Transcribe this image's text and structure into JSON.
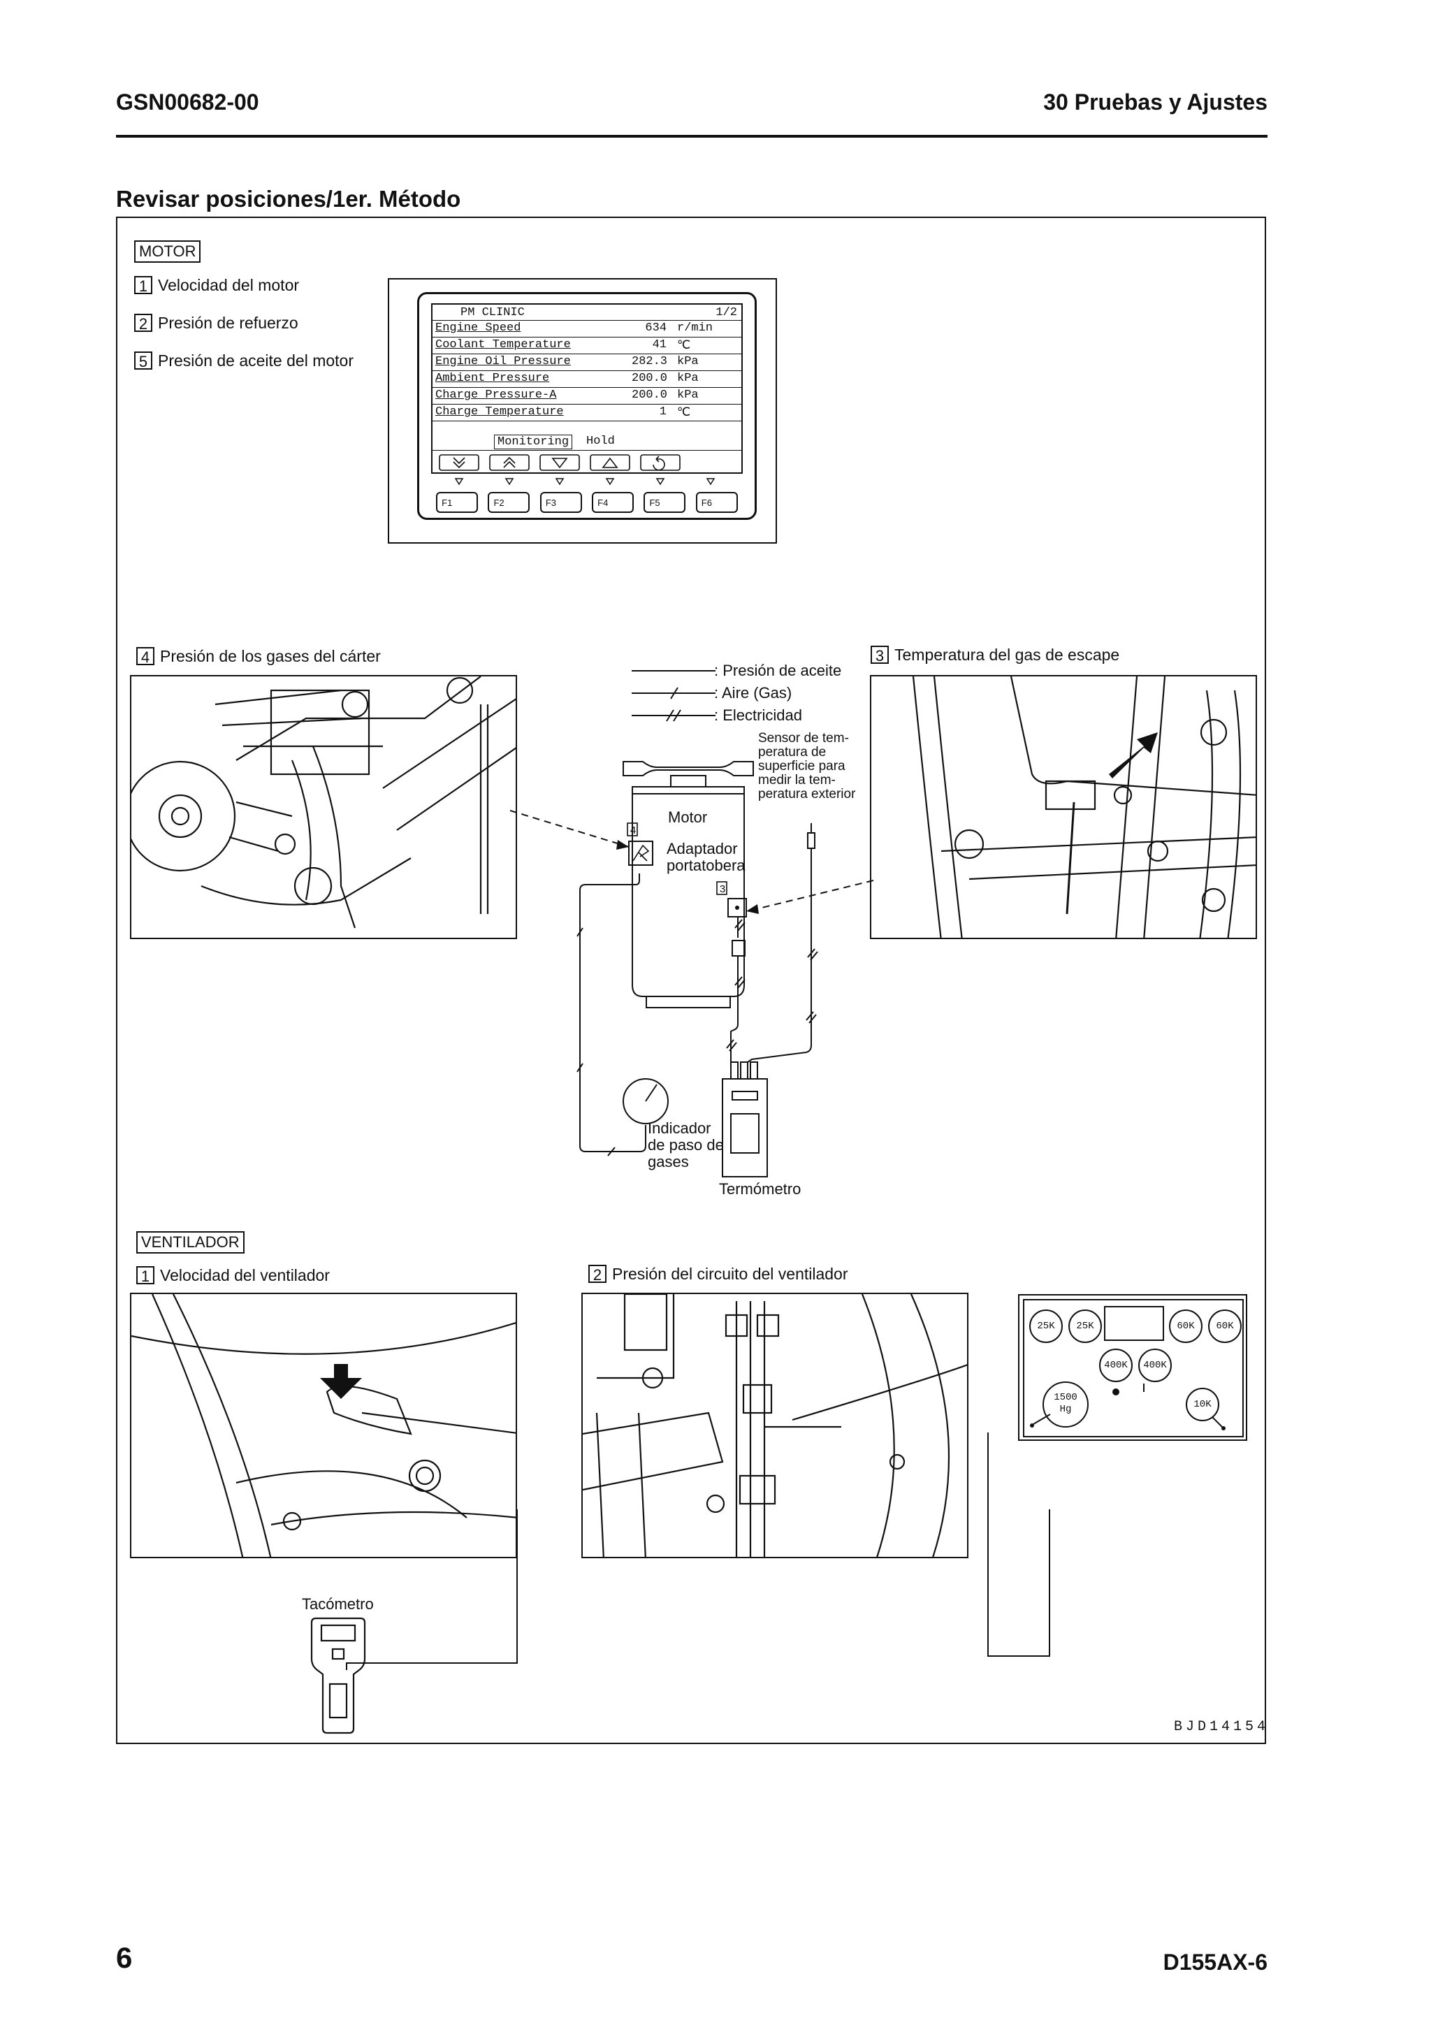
{
  "header": {
    "left": "GSN00682-00",
    "right": "30 Pruebas y Ajustes"
  },
  "section_title": "Revisar posiciones/1er. Método",
  "motor": {
    "label": "MOTOR",
    "items": [
      {
        "num": "1",
        "text": "Velocidad del motor"
      },
      {
        "num": "2",
        "text": "Presión de refuerzo"
      },
      {
        "num": "5",
        "text": "Presión de aceite del motor"
      }
    ]
  },
  "monitor": {
    "title": "PM CLINIC",
    "page": "1/2",
    "rows": [
      {
        "name": "Engine Speed",
        "value": "634",
        "unit": "r/min"
      },
      {
        "name": "Coolant Temperature",
        "value": "41",
        "unit": "℃"
      },
      {
        "name": "Engine Oil Pressure",
        "value": "282.3",
        "unit": "kPa"
      },
      {
        "name": "Ambient Pressure",
        "value": "200.0",
        "unit": "kPa"
      },
      {
        "name": "Charge Pressure-A",
        "value": "200.0",
        "unit": "kPa"
      },
      {
        "name": "Charge Temperature",
        "value": "1",
        "unit": "℃"
      }
    ],
    "monitoring_label": "Monitoring",
    "hold_label": "Hold",
    "fkeys": [
      "F1",
      "F2",
      "F3",
      "F4",
      "F5",
      "F6"
    ]
  },
  "crankcase": {
    "num": "4",
    "text": "Presión de los gases del cárter"
  },
  "exhaust": {
    "num": "3",
    "text": "Temperatura del gas de escape"
  },
  "legend": {
    "oil": ": Presión de aceite",
    "air": ": Aire (Gas)",
    "elec": ": Electricidad"
  },
  "diagram": {
    "sensor_note": [
      "Sensor de tem-",
      "peratura de",
      "superficie para",
      "medir la tem-",
      "peratura exterior"
    ],
    "motor": "Motor",
    "box4": "4",
    "box3": "3",
    "adapter": [
      "Adaptador",
      "portatobera"
    ],
    "gauge": [
      "Indicador",
      "de paso de",
      "gases"
    ],
    "thermometer": "Termómetro"
  },
  "ventilador": {
    "label": "VENTILADOR",
    "item1": {
      "num": "1",
      "text": "Velocidad del ventilador"
    },
    "item2": {
      "num": "2",
      "text": "Presión del circuito del ventilador"
    },
    "tachometer": "Tacómetro"
  },
  "gauge_panel": {
    "top": [
      "25K",
      "25K",
      "60K",
      "60K"
    ],
    "mid": [
      "400K",
      "400K"
    ],
    "left": [
      "1500",
      "Hg"
    ],
    "right": "10K"
  },
  "figure_code": "BJD14154",
  "footer": {
    "page": "6",
    "model": "D155AX-6"
  }
}
